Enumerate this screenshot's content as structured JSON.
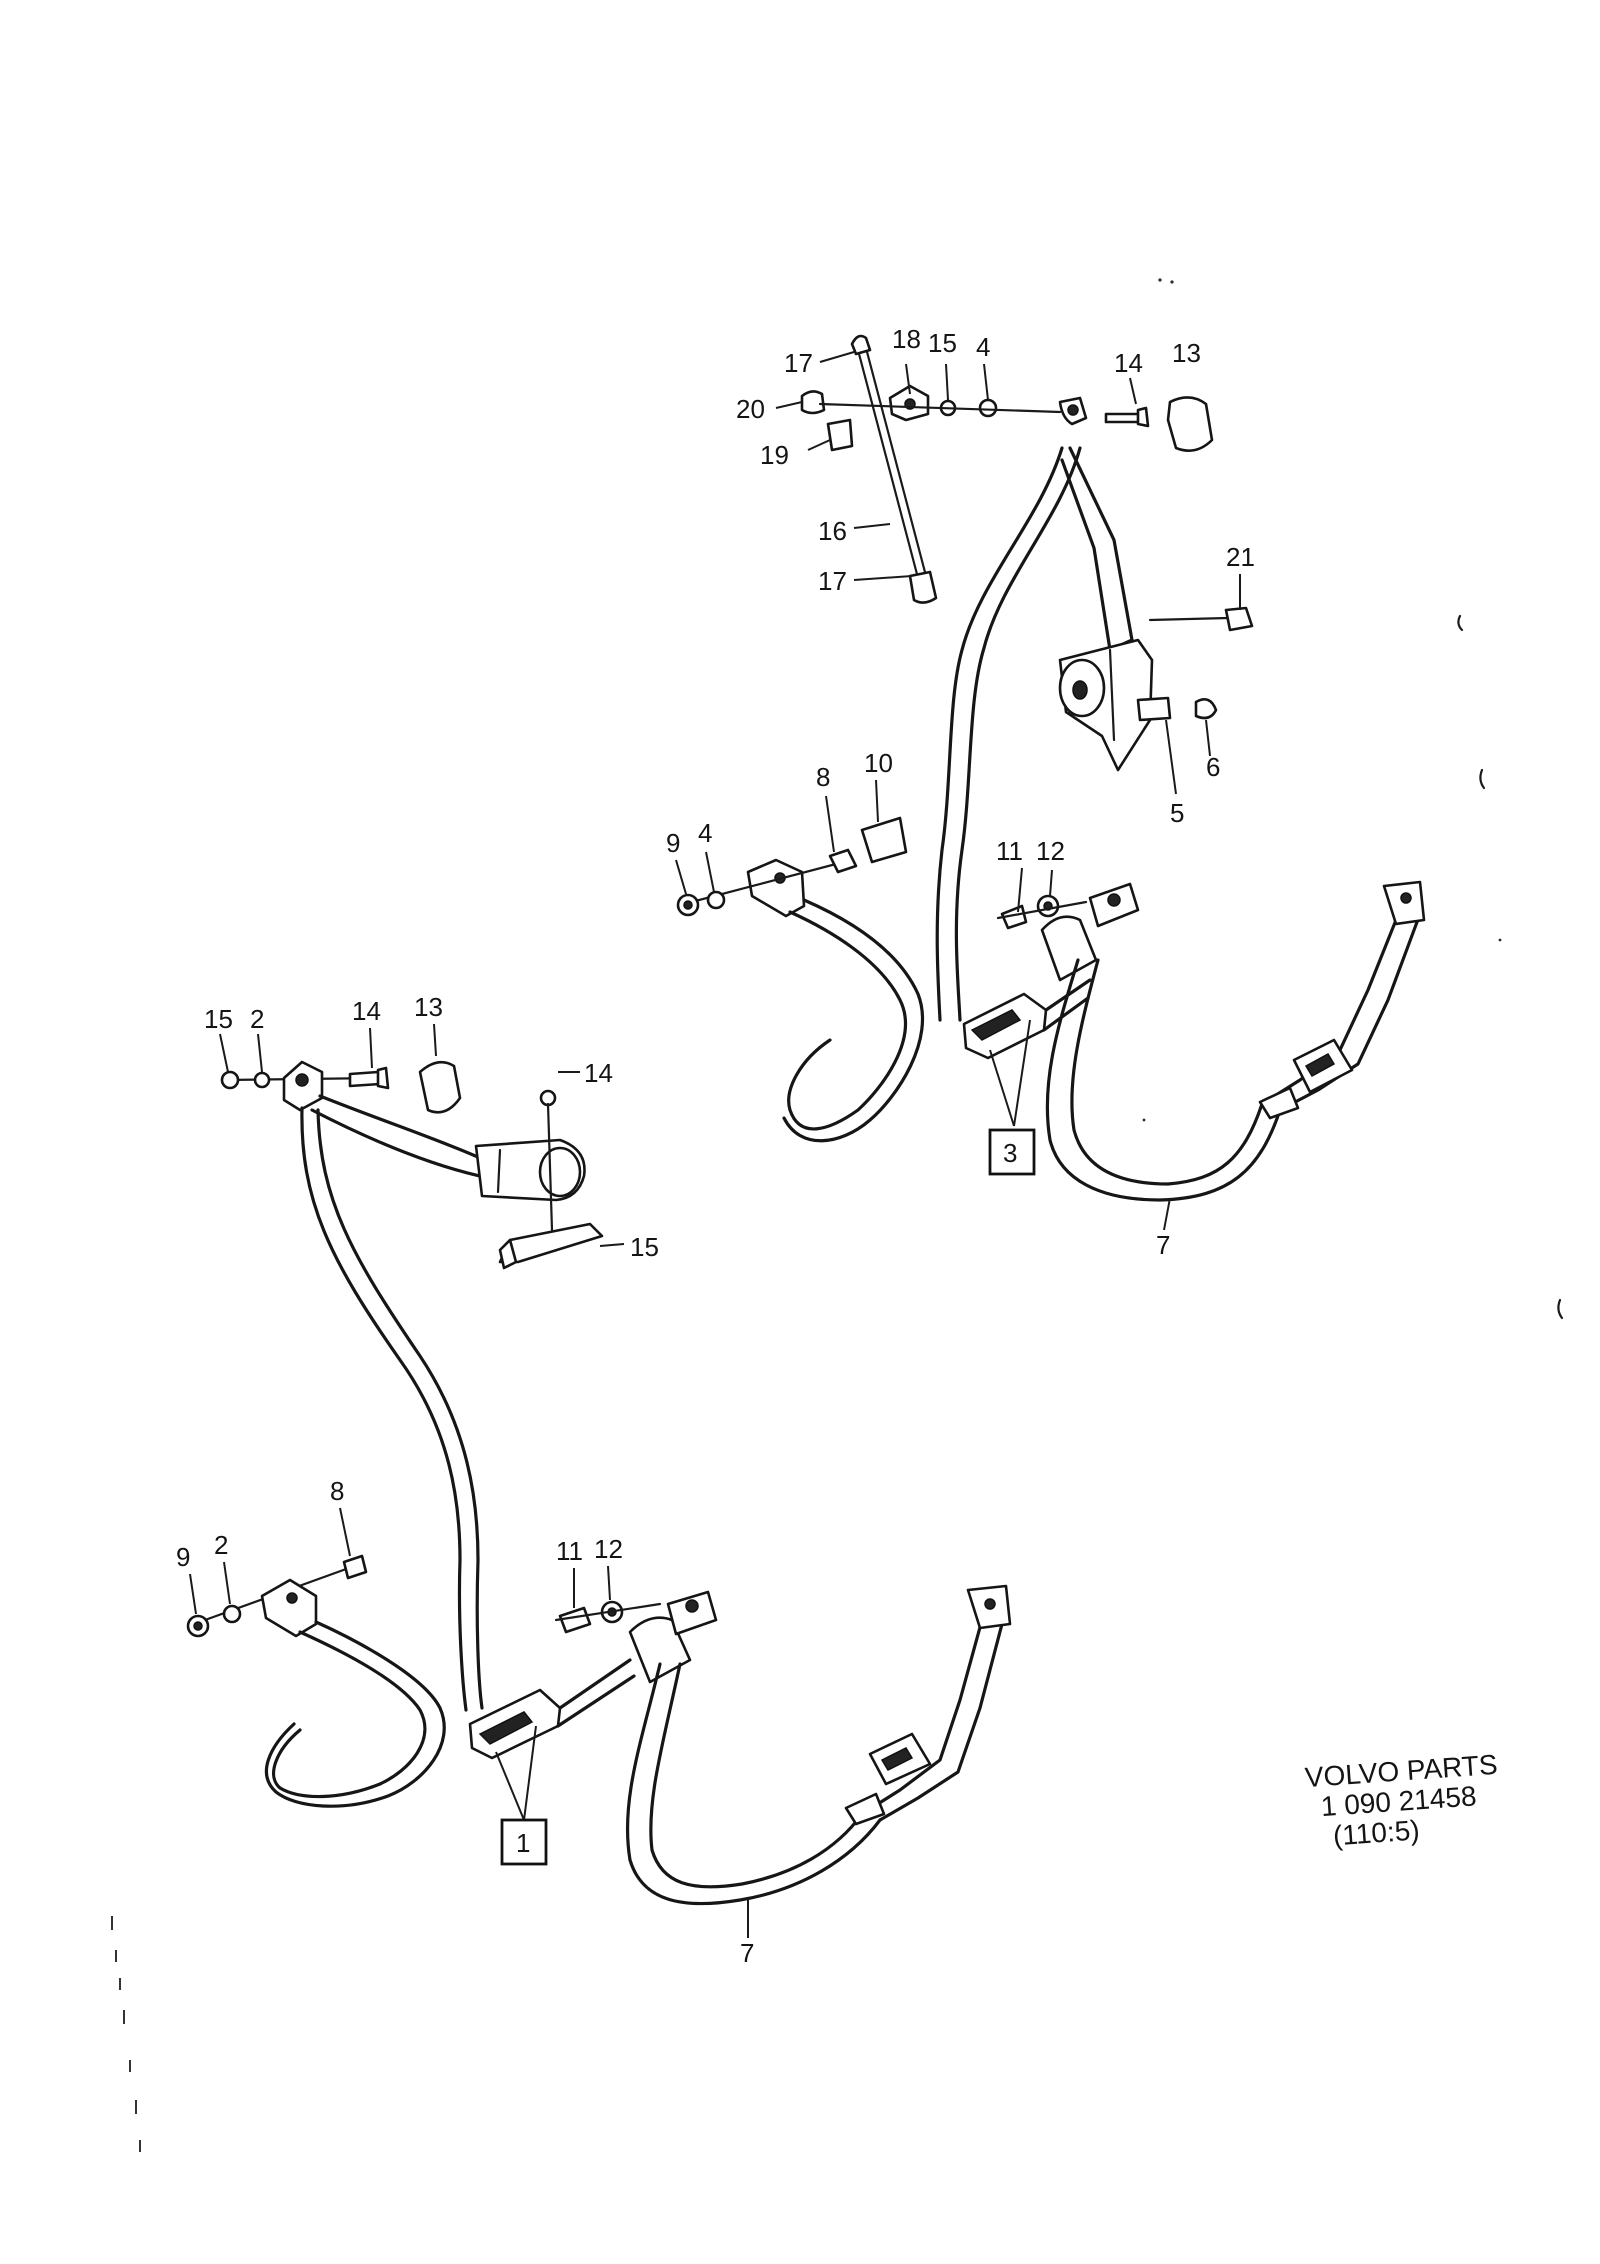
{
  "diagram": {
    "brand": {
      "line1": "VOLVO PARTS",
      "line2": "1 090 21458",
      "line3": "(110:5)"
    },
    "rear_assembly": {
      "ref": "3",
      "labels": {
        "l17a": "17",
        "l18": "18",
        "l15": "15",
        "l4a": "4",
        "l14": "14",
        "l13": "13",
        "l20": "20",
        "l19": "19",
        "l16": "16",
        "l17b": "17",
        "l21": "21",
        "l5": "5",
        "l6": "6",
        "l8": "8",
        "l10": "10",
        "l9": "9",
        "l4b": "4",
        "l11": "11",
        "l12": "12",
        "l7": "7"
      }
    },
    "front_assembly": {
      "ref": "1",
      "labels": {
        "l15a": "15",
        "l2a": "2",
        "l14a": "14",
        "l13": "13",
        "l14b": "14",
        "l15b": "15",
        "l8": "8",
        "l9": "9",
        "l2b": "2",
        "l11": "11",
        "l12": "12",
        "l7": "7"
      }
    }
  }
}
